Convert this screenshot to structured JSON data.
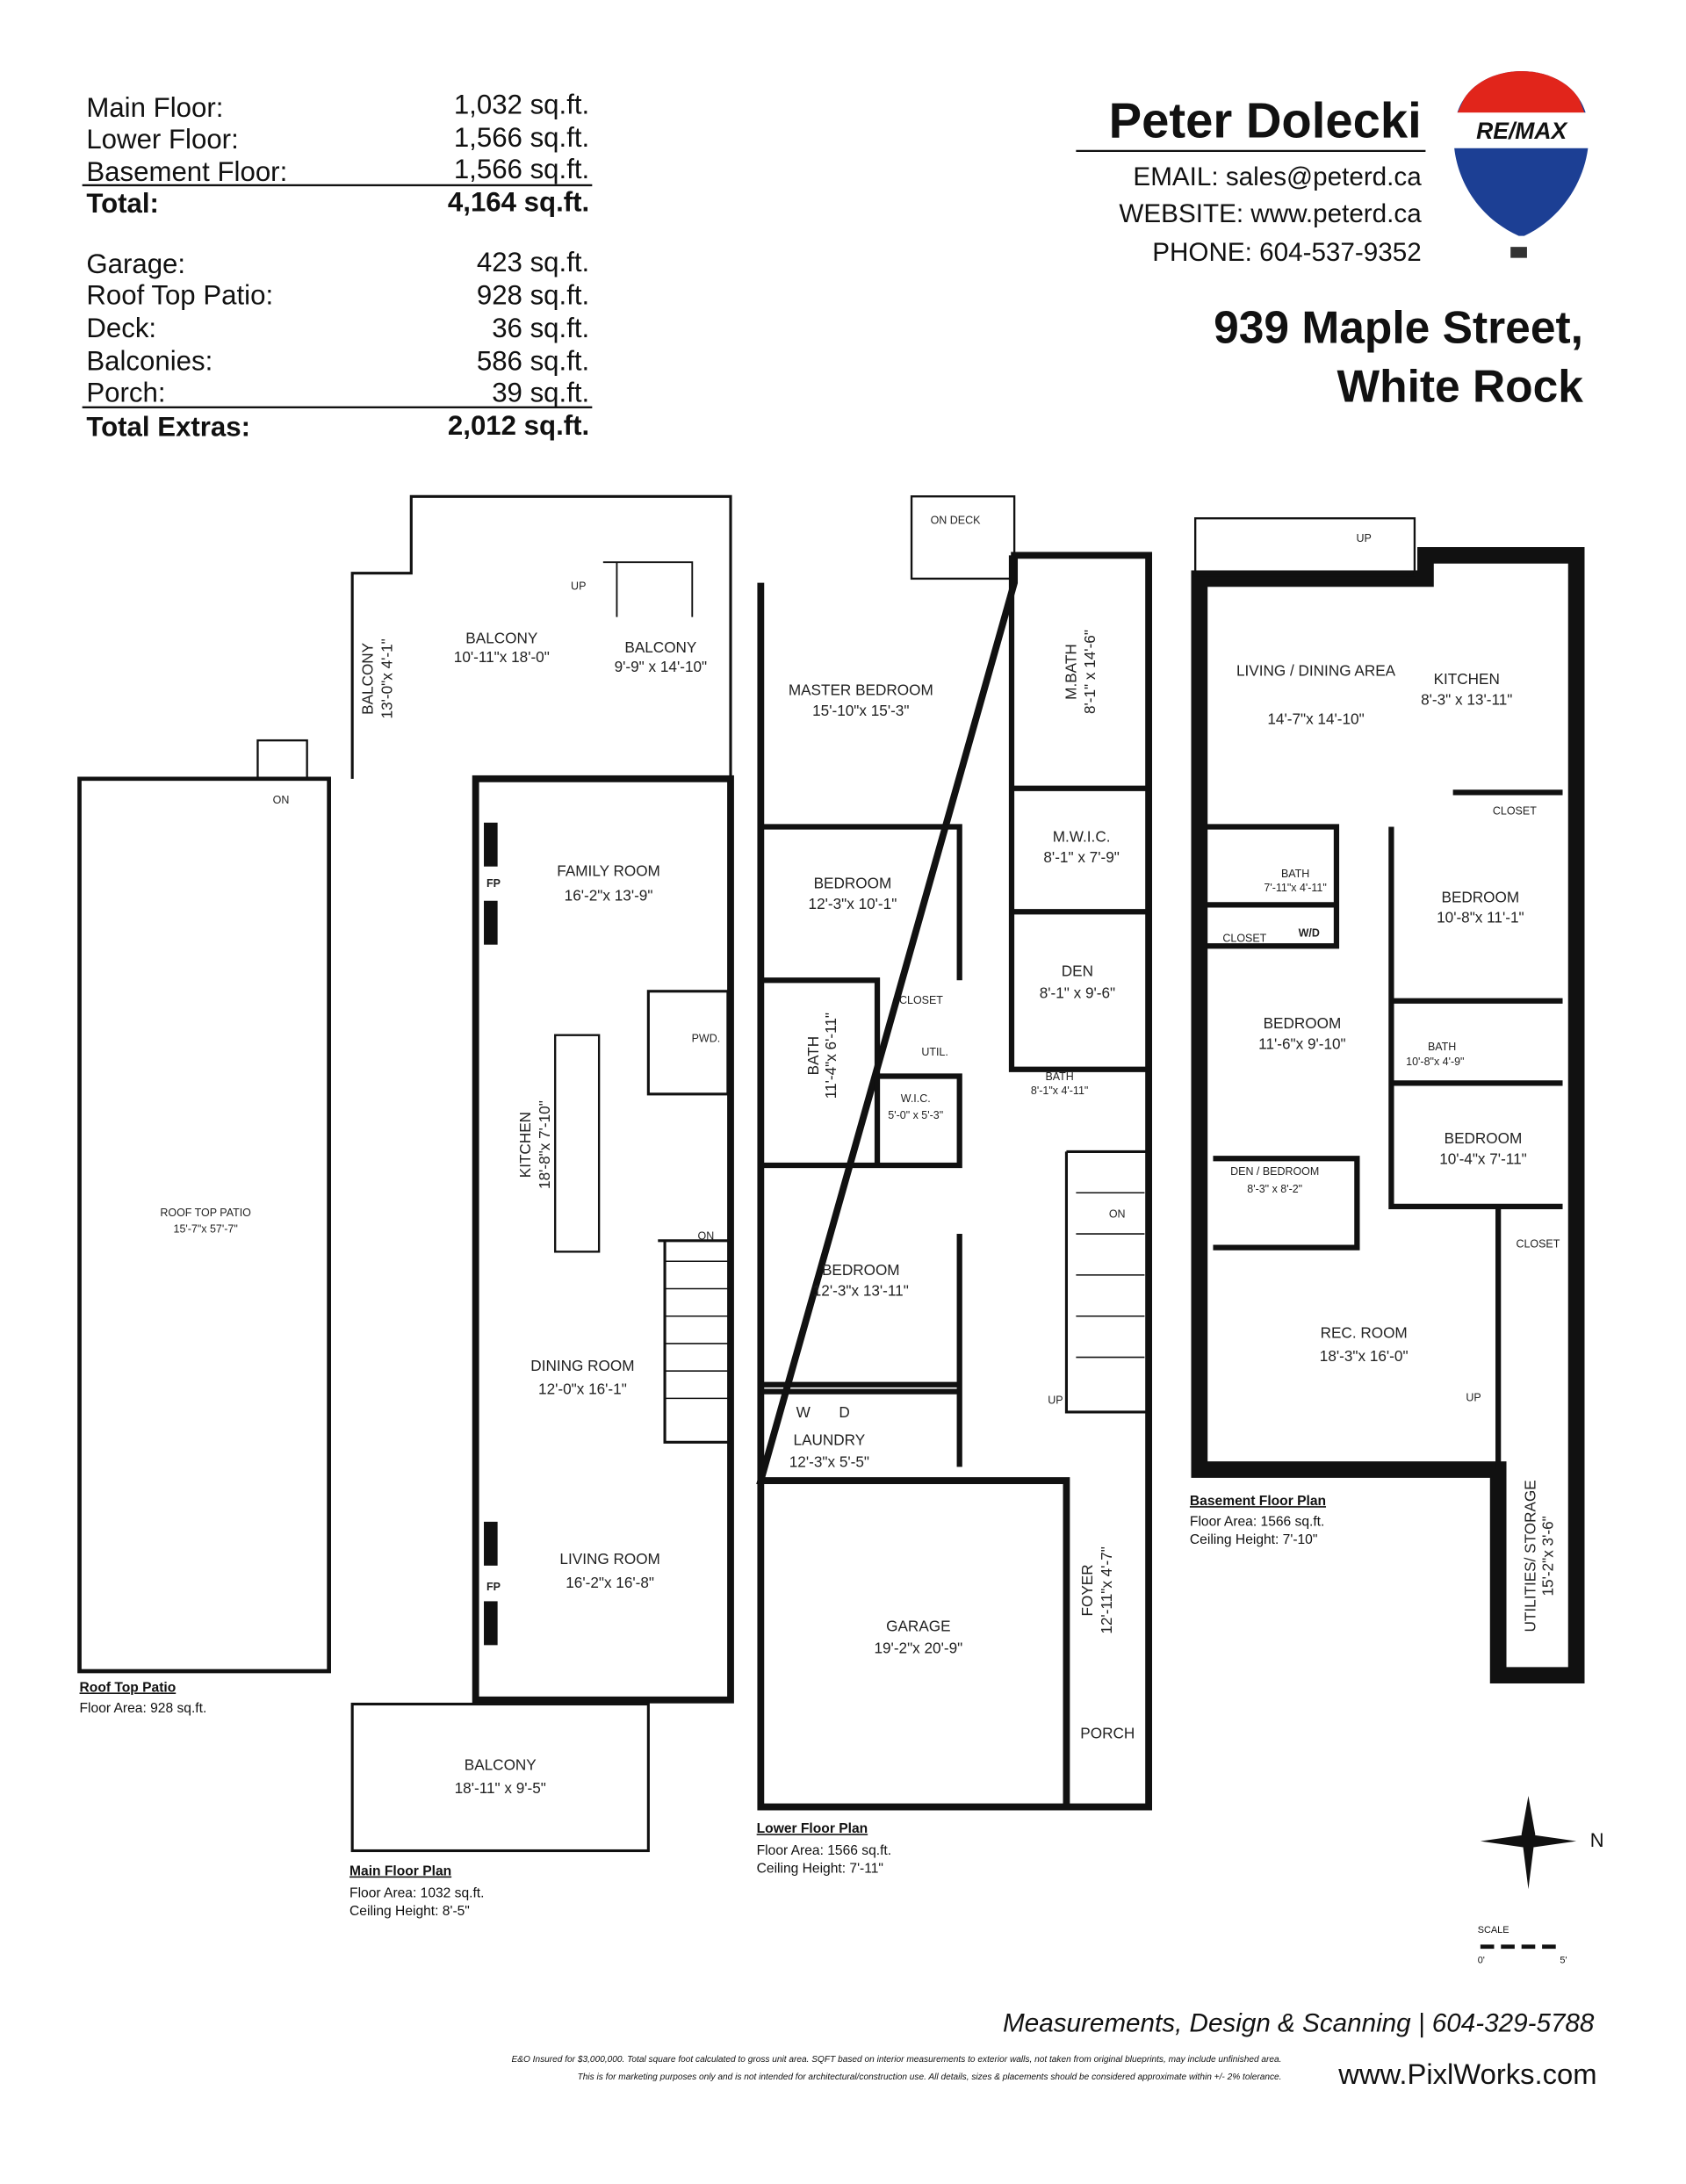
{
  "areas": {
    "rows": [
      {
        "label": "Main Floor:",
        "value": "1,032 sq.ft."
      },
      {
        "label": "Lower Floor:",
        "value": "1,566 sq.ft."
      },
      {
        "label": "Basement Floor:",
        "value": "1,566 sq.ft."
      }
    ],
    "total": {
      "label": "Total:",
      "value": "4,164 sq.ft."
    },
    "extras": [
      {
        "label": "Garage:",
        "value": "423 sq.ft."
      },
      {
        "label": "Roof Top Patio:",
        "value": "928 sq.ft."
      },
      {
        "label": "Deck:",
        "value": "36 sq.ft."
      },
      {
        "label": "Balconies:",
        "value": "586 sq.ft."
      },
      {
        "label": "Porch:",
        "value": "39 sq.ft."
      }
    ],
    "total_extras": {
      "label": "Total Extras:",
      "value": "2,012 sq.ft."
    }
  },
  "agent": {
    "name": "Peter Dolecki",
    "email": "EMAIL: sales@peterd.ca",
    "website": "WEBSITE: www.peterd.ca",
    "phone": "PHONE: 604-537-9352",
    "logo_text": "RE/MAX"
  },
  "address": {
    "line1": "939 Maple Street,",
    "line2": "White Rock"
  },
  "plans": {
    "roof": {
      "title": "Roof Top Patio",
      "area": "Floor Area: 928 sq.ft.",
      "room": "ROOF TOP PATIO",
      "dim": "15'-7\"x 57'-7\"",
      "on": "ON"
    },
    "main": {
      "title": "Main Floor Plan",
      "area": "Floor Area: 1032 sq.ft.",
      "ceiling": "Ceiling Height: 8'-5\"",
      "rooms": [
        {
          "name": "BALCONY",
          "dim": "10'-11\"x 18'-0\""
        },
        {
          "name": "BALCONY",
          "dim": "9'-9\" x 14'-10\""
        },
        {
          "name": "BALCONY",
          "dim": "13'-0\"x 4'-1\""
        },
        {
          "name": "FAMILY ROOM",
          "dim": "16'-2\"x 13'-9\""
        },
        {
          "name": "KITCHEN",
          "dim": "18'-8\"x 7'-10\""
        },
        {
          "name": "DINING ROOM",
          "dim": "12'-0\"x 16'-1\""
        },
        {
          "name": "LIVING ROOM",
          "dim": "16'-2\"x 16'-8\""
        },
        {
          "name": "BALCONY",
          "dim": "18'-11\" x 9'-5\""
        }
      ],
      "pwd": "PWD.",
      "fp": "FP",
      "up": "UP",
      "on": "ON"
    },
    "lower": {
      "title": "Lower Floor Plan",
      "area": "Floor Area: 1566 sq.ft.",
      "ceiling": "Ceiling Height: 7'-11\"",
      "rooms": [
        {
          "name": "MASTER BEDROOM",
          "dim": "15'-10\"x 15'-3\""
        },
        {
          "name": "M.BATH",
          "dim": "8'-1\" x 14'-6\""
        },
        {
          "name": "M.W.I.C.",
          "dim": "8'-1\" x 7'-9\""
        },
        {
          "name": "BEDROOM",
          "dim": "12'-3\"x 10'-1\""
        },
        {
          "name": "DEN",
          "dim": "8'-1\" x 9'-6\""
        },
        {
          "name": "BATH",
          "dim": "11'-4\"x 6'-11\""
        },
        {
          "name": "W.I.C.",
          "dim": "5'-0\" x 5'-3\""
        },
        {
          "name": "BATH",
          "dim": "8'-1\"x 4'-11\""
        },
        {
          "name": "BEDROOM",
          "dim": "12'-3\"x 13'-11\""
        },
        {
          "name": "LAUNDRY",
          "dim": "12'-3\"x 5'-5\""
        },
        {
          "name": "GARAGE",
          "dim": "19'-2\"x 20'-9\""
        },
        {
          "name": "FOYER",
          "dim": "12'-11\"x 4'-7\""
        }
      ],
      "deck": "ON DECK",
      "closet": "CLOSET",
      "util": "UTIL.",
      "porch": "PORCH",
      "on": "ON",
      "up": "UP",
      "w": "W",
      "d": "D"
    },
    "basement": {
      "title": "Basement Floor Plan",
      "area": "Floor Area: 1566 sq.ft.",
      "ceiling": "Ceiling Height: 7'-10\"",
      "rooms": [
        {
          "name": "LIVING / DINING AREA",
          "dim": "14'-7\"x 14'-10\""
        },
        {
          "name": "KITCHEN",
          "dim": "8'-3\" x 13'-11\""
        },
        {
          "name": "BATH",
          "dim": "7'-11\"x 4'-11\""
        },
        {
          "name": "BEDROOM",
          "dim": "10'-8\"x 11'-1\""
        },
        {
          "name": "BEDROOM",
          "dim": "11'-6\"x 9'-10\""
        },
        {
          "name": "BATH",
          "dim": "10'-8\"x 4'-9\""
        },
        {
          "name": "BEDROOM",
          "dim": "10'-4\"x 7'-11\""
        },
        {
          "name": "DEN / BEDROOM",
          "dim": "8'-3\" x 8'-2\""
        },
        {
          "name": "REC. ROOM",
          "dim": "18'-3\"x 16'-0\""
        },
        {
          "name": "UTILITIES/ STORAGE",
          "dim": "15'-2\"x 3'-6\""
        }
      ],
      "closet": "CLOSET",
      "wd": "W/D",
      "up": "UP"
    }
  },
  "compass": {
    "label": "N"
  },
  "scale": {
    "label": "SCALE",
    "start": "0'",
    "end": "5'"
  },
  "footer": {
    "company": "Measurements, Design & Scanning | 604-329-5788",
    "disclaimer1": "E&O Insured for $3,000,000. Total square foot calculated to gross unit area. SQFT based on interior measurements to exterior walls, not taken from original blueprints, may include unfinished area.",
    "disclaimer2": "This is for marketing purposes only and is not intended for architectural/construction use. All details, sizes & placements should be considered approximate within +/- 2% tolerance.",
    "website": "www.PixlWorks.com"
  },
  "colors": {
    "remax_red": "#e1251b",
    "remax_blue": "#1c3f94"
  }
}
